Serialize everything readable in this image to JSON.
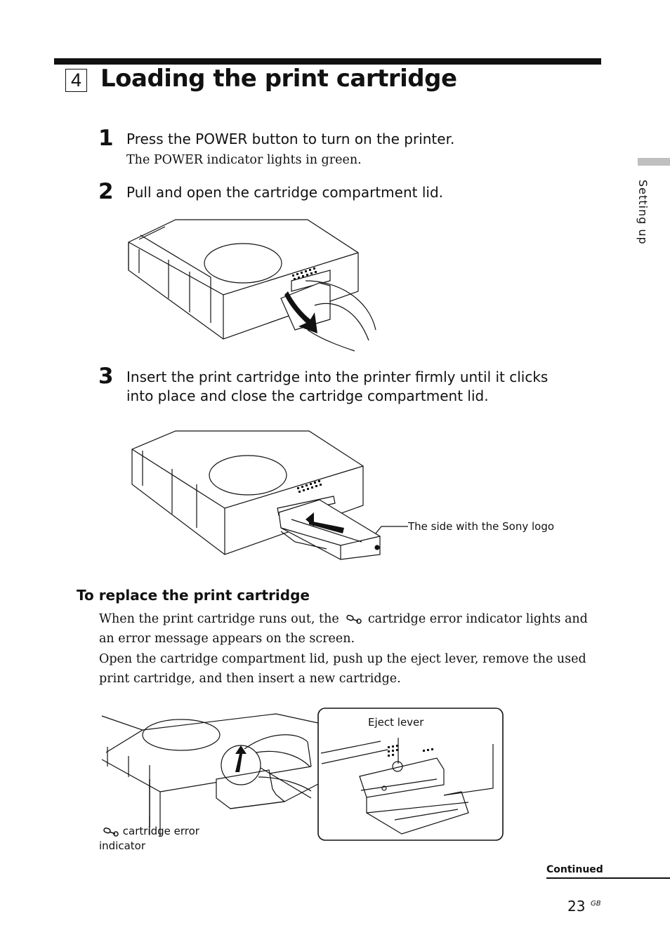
{
  "section": {
    "number": "4",
    "title": "Loading the print cartridge"
  },
  "side_tab": {
    "label": "Setting up"
  },
  "steps": [
    {
      "number": "1",
      "text": "Press the POWER button to turn on the printer.",
      "note": "The POWER indicator lights in green."
    },
    {
      "number": "2",
      "text": "Pull and open the cartridge compartment lid."
    },
    {
      "number": "3",
      "text_line1": "Insert the print cartridge into the printer firmly until it clicks",
      "text_line2": "into place and close the cartridge compartment lid."
    }
  ],
  "figure3": {
    "callout": "The side with the Sony logo"
  },
  "replace": {
    "heading": "To replace the print cartridge",
    "p1_line1_a": "When the print cartridge runs out, the",
    "p1_line1_b": "cartridge error indicator lights and",
    "p1_line2": "an error message appears on the screen.",
    "p2_line1": "Open the cartridge compartment lid, push up the eject lever, remove the used",
    "p2_line2": "print cartridge, and then insert a new cartridge.",
    "icon": "cartridge-error-icon"
  },
  "figure4": {
    "eject_label": "Eject lever",
    "indicator_label_line1": "cartridge error",
    "indicator_label_line2": "indicator"
  },
  "footer": {
    "continued": "Continued",
    "page_number": "23",
    "page_suffix": "GB"
  }
}
